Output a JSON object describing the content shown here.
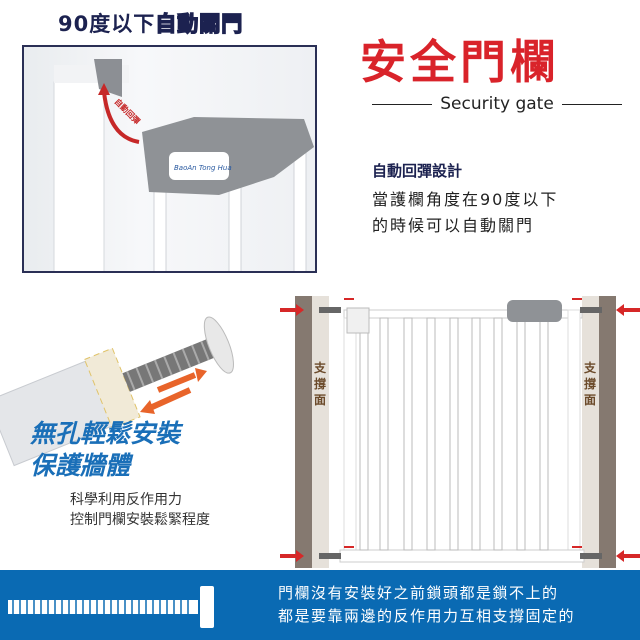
{
  "top_left": {
    "title_plain": "90度以下",
    "title_outlined": "自動關門",
    "photo_arrow_label": "自動回彈",
    "brand_label": "BaoAn Tong Hua"
  },
  "header": {
    "title": "安全門欄",
    "subtitle": "Security gate"
  },
  "feature": {
    "heading": "自動回彈設計",
    "lines": [
      "當護欄角度在90度以下",
      "的時候可以自動關門"
    ]
  },
  "install": {
    "slogan_lines": [
      "無孔輕鬆安裝",
      "保護牆體"
    ],
    "desc_lines": [
      "科學利用反作用力",
      "控制門欄安裝鬆緊程度"
    ]
  },
  "diagram": {
    "left_wall_label": "支撐面",
    "right_wall_label": "支撐面"
  },
  "footer": {
    "lines": [
      "門欄沒有安裝好之前鎖頭都是鎖不上的",
      "都是要靠兩邊的反作用力互相支撐固定的"
    ]
  },
  "colors": {
    "red": "#d9232a",
    "navy": "#1c2250",
    "blue": "#0a6ab3",
    "wall": "#8a7d72"
  }
}
